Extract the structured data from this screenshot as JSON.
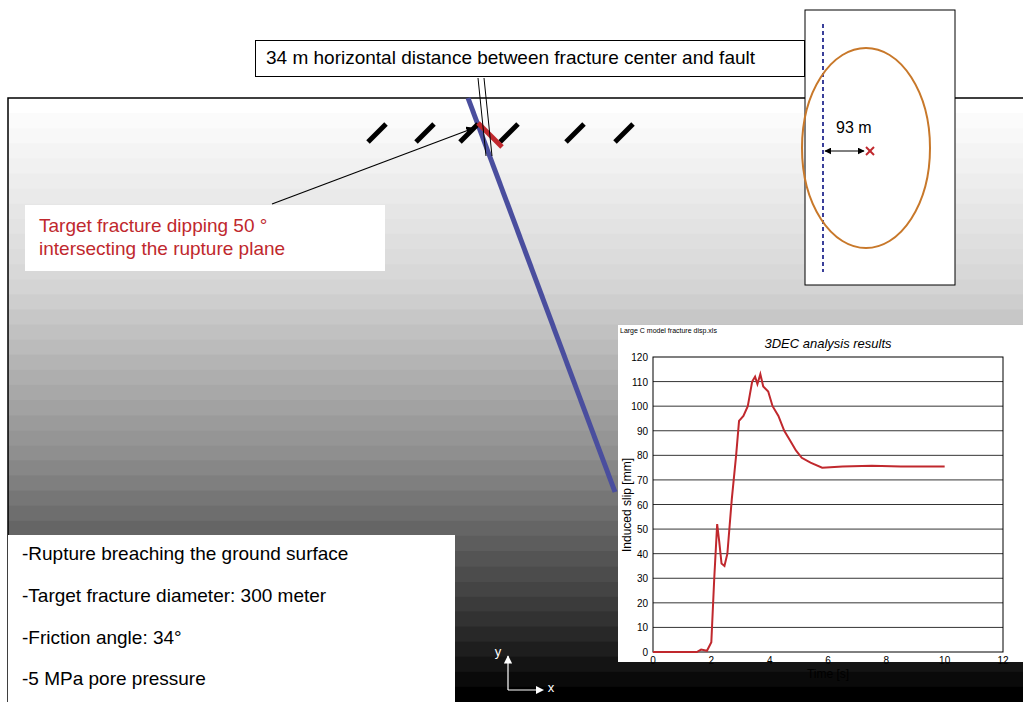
{
  "diagram": {
    "nodes": [
      {
        "text": [
          "34 m horizontal distance between fracture center and  fault"
        ]
      },
      {
        "text": [
          "Target fracture dipping 50 ° intersecting the rupture plane"
        ]
      },
      {
        "text": [
          "-Rupture breaching the ground surface",
          "-Target fracture diameter: 300 meter",
          "-Friction angle: 34°",
          "-5 MPa pore pressure"
        ]
      },
      {
        "text": [
          "93 m"
        ]
      }
    ],
    "labels": [
      "Large C model fracture disp.xls",
      "3DEC analysis results",
      "Induced slip [mm]",
      "Time [s]",
      "0",
      "10",
      "20",
      "30",
      "40",
      "50",
      "60",
      "70",
      "80",
      "90",
      "100",
      "110",
      "120",
      "0",
      "2",
      "4",
      "6",
      "8",
      "10",
      "12",
      "y",
      "x"
    ]
  }
}
